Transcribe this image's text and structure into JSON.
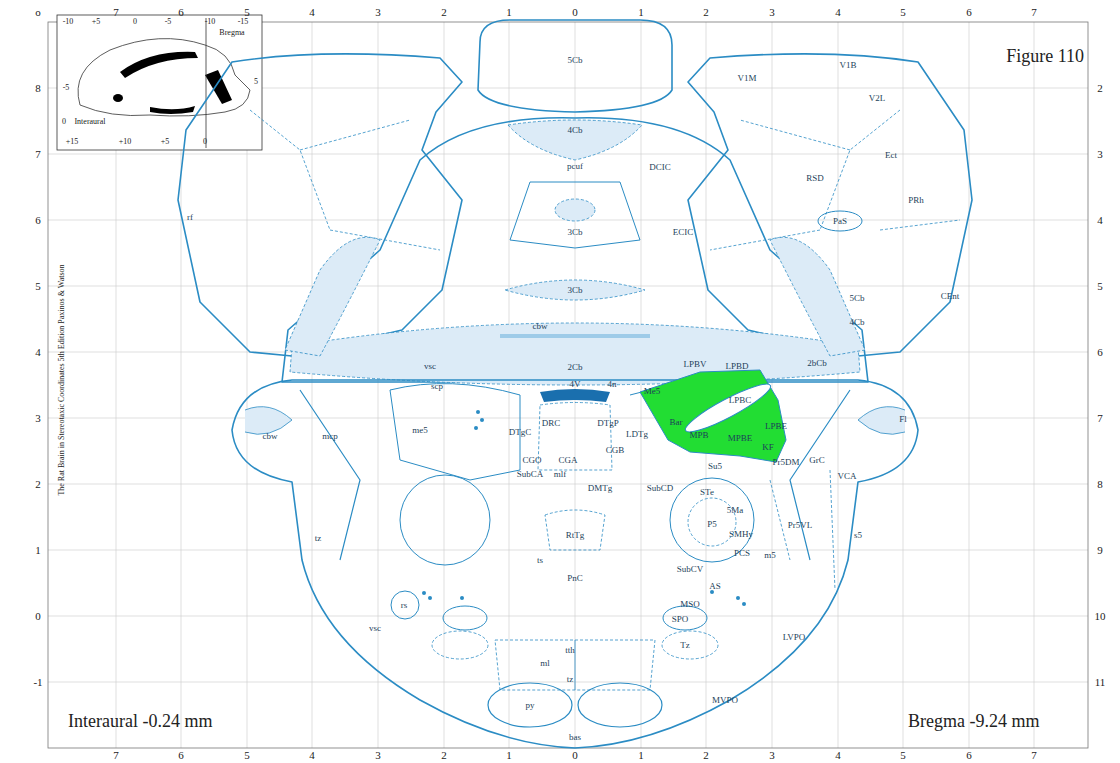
{
  "diagram": {
    "title": "Figure 110",
    "labels": [
      "o",
      "7",
      "6",
      "5",
      "4",
      "3",
      "2",
      "1",
      "0",
      "1",
      "2",
      "3",
      "4",
      "5",
      "6",
      "7",
      "7",
      "6",
      "5",
      "4",
      "3",
      "2",
      "1",
      "0",
      "1",
      "2",
      "3",
      "4",
      "5",
      "6",
      "7",
      "8",
      "7",
      "6",
      "5",
      "4",
      "3",
      "2",
      "1",
      "0",
      "-1",
      "2",
      "3",
      "4",
      "5",
      "6",
      "7",
      "8",
      "9",
      "10",
      "11",
      "-10",
      "+5",
      "0",
      "-5",
      "-10",
      "-15",
      "Bregma",
      "-5",
      "5",
      "0",
      "Interaural",
      "+15",
      "+10",
      "+5",
      "0",
      "The Rat Brain in Stereotaxic Coordinates  5th Edition  Paxinos & Watson",
      "Interaural -0.24 mm",
      "Bregma -9.24 mm",
      "5Cb",
      "4Cb",
      "pcuf",
      "DCIC",
      "V1M",
      "V1B",
      "V2L",
      "Ect",
      "RSD",
      "PRh",
      "rf",
      "PaS",
      "3Cb",
      "ECIC",
      "3Cb",
      "5Cb",
      "CEnt",
      "4Cb",
      "cbw",
      "2Cb",
      "2bCb",
      "vsc",
      "LPBV",
      "LPBD",
      "4n",
      "scp",
      "Me5",
      "4V",
      "LPBC",
      "Fl",
      "DRC",
      "DTgP",
      "Bar",
      "LPBE",
      "me5",
      "DTgC",
      "LDTg",
      "cbw",
      "mcp",
      "MPB",
      "MPBE",
      "KF",
      "CGB",
      "CGO",
      "CGA",
      "Su5",
      "GrC",
      "Pr5DM",
      "SubCA",
      "mlf",
      "VCA",
      "DMTg",
      "SubCD",
      "STe",
      "5Ma",
      "P5",
      "Pr5VL",
      "SMHy",
      "s5",
      "RtTg",
      "tz",
      "PCS",
      "m5",
      "ts",
      "SubCV",
      "PnC",
      "AS",
      "rs",
      "MSO",
      "SPO",
      "vsc",
      "LVPO",
      "Tz",
      "tth",
      "ml",
      "tz",
      "MVPO",
      "py",
      "bas"
    ]
  }
}
